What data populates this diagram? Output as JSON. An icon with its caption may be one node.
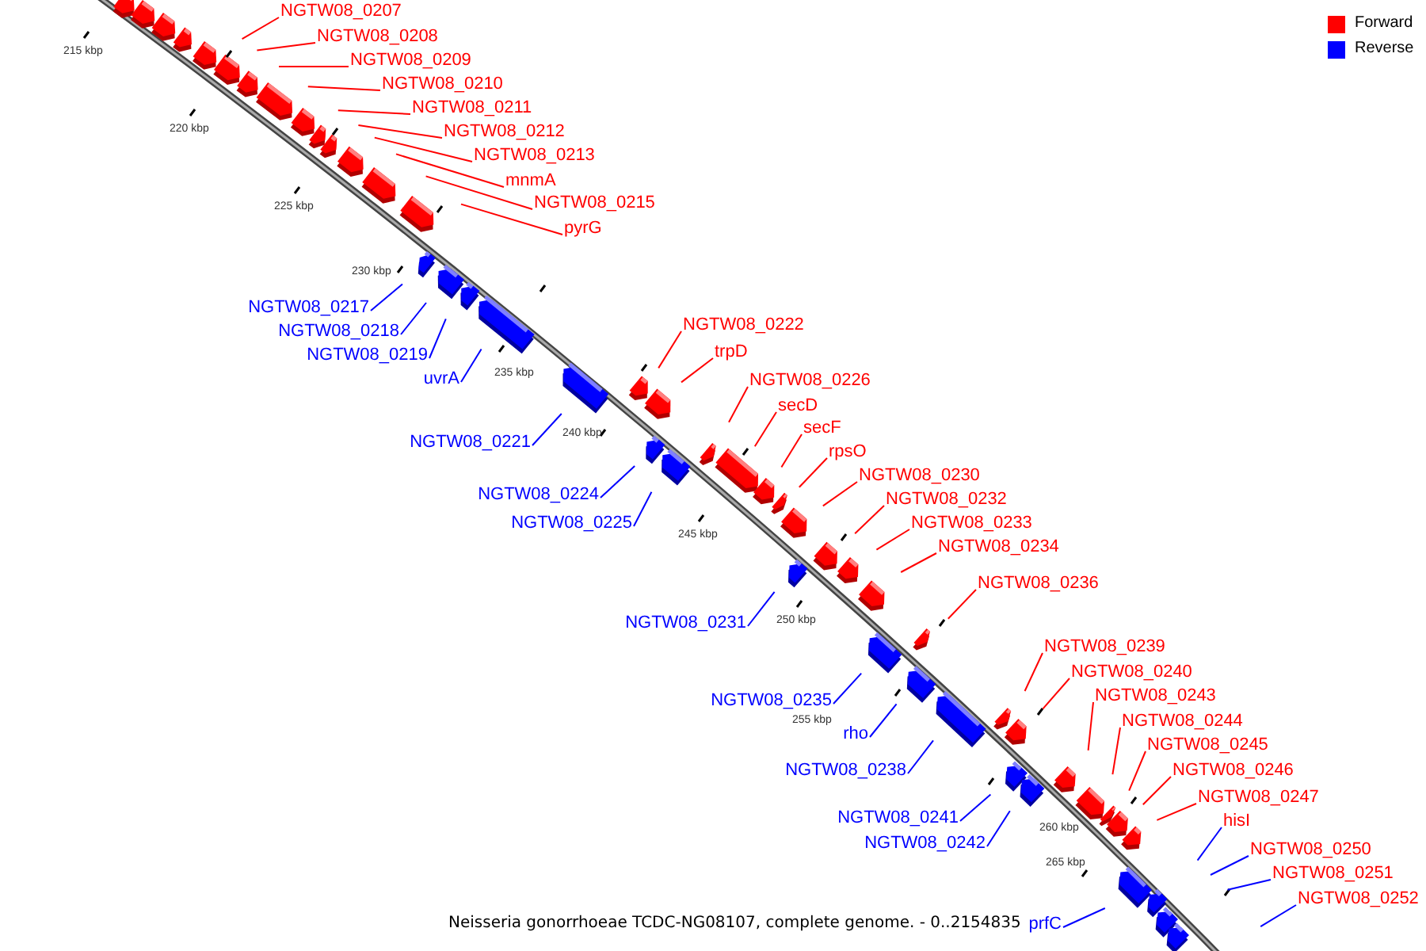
{
  "diagram": {
    "caption": "Neisseria gonorrhoeae TCDC-NG08107, complete genome. - 0..2154835",
    "nodes": [
      {
        "text": [
          "NGTW08_0207"
        ]
      },
      {
        "text": [
          "NGTW08_0208"
        ]
      },
      {
        "text": [
          "NGTW08_0209"
        ]
      },
      {
        "text": [
          "NGTW08_0210"
        ]
      },
      {
        "text": [
          "NGTW08_0211"
        ]
      },
      {
        "text": [
          "NGTW08_0212"
        ]
      },
      {
        "text": [
          "NGTW08_0213"
        ]
      },
      {
        "text": [
          "mnmA"
        ]
      },
      {
        "text": [
          "NGTW08_0215"
        ]
      },
      {
        "text": [
          "pyrG"
        ]
      },
      {
        "text": [
          "NGTW08_0217"
        ]
      },
      {
        "text": [
          "NGTW08_0218"
        ]
      },
      {
        "text": [
          "NGTW08_0219"
        ]
      },
      {
        "text": [
          "uvrA"
        ]
      },
      {
        "text": [
          "NGTW08_0222"
        ]
      },
      {
        "text": [
          "trpD"
        ]
      },
      {
        "text": [
          "NGTW08_0226"
        ]
      },
      {
        "text": [
          "secD"
        ]
      },
      {
        "text": [
          "secF"
        ]
      },
      {
        "text": [
          "rpsO"
        ]
      },
      {
        "text": [
          "NGTW08_0230"
        ]
      },
      {
        "text": [
          "NGTW08_0232"
        ]
      },
      {
        "text": [
          "NGTW08_0233"
        ]
      },
      {
        "text": [
          "NGTW08_0234"
        ]
      },
      {
        "text": [
          "NGTW08_0236"
        ]
      },
      {
        "text": [
          "NGTW08_0239"
        ]
      },
      {
        "text": [
          "NGTW08_0240"
        ]
      },
      {
        "text": [
          "NGTW08_0243"
        ]
      },
      {
        "text": [
          "NGTW08_0244"
        ]
      },
      {
        "text": [
          "NGTW08_0245"
        ]
      },
      {
        "text": [
          "NGTW08_0246"
        ]
      },
      {
        "text": [
          "NGTW08_0247"
        ]
      },
      {
        "text": [
          "hisI"
        ]
      },
      {
        "text": [
          "NGTW08_0250"
        ]
      },
      {
        "text": [
          "NGTW08_0251"
        ]
      },
      {
        "text": [
          "NGTW08_0252"
        ]
      },
      {
        "text": [
          "NGTW08_0221"
        ]
      },
      {
        "text": [
          "NGTW08_0224"
        ]
      },
      {
        "text": [
          "NGTW08_0225"
        ]
      },
      {
        "text": [
          "NGTW08_0231"
        ]
      },
      {
        "text": [
          "NGTW08_0235"
        ]
      },
      {
        "text": [
          "rho"
        ]
      },
      {
        "text": [
          "NGTW08_0238"
        ]
      },
      {
        "text": [
          "NGTW08_0241"
        ]
      },
      {
        "text": [
          "NGTW08_0242"
        ]
      },
      {
        "text": [
          "prfC"
        ]
      }
    ],
    "edges": [
      {
        "from": 0,
        "to": null,
        "arrow": "none"
      },
      {
        "from": 1,
        "to": null,
        "arrow": "none"
      },
      {
        "from": 2,
        "to": null,
        "arrow": "none"
      },
      {
        "from": 3,
        "to": null,
        "arrow": "none"
      },
      {
        "from": 4,
        "to": null,
        "arrow": "none"
      },
      {
        "from": 5,
        "to": null,
        "arrow": "none"
      },
      {
        "from": 6,
        "to": null,
        "arrow": "none"
      },
      {
        "from": 7,
        "to": null,
        "arrow": "none"
      },
      {
        "from": 8,
        "to": null,
        "arrow": "none"
      },
      {
        "from": 9,
        "to": null,
        "arrow": "none"
      },
      {
        "from": 10,
        "to": null,
        "arrow": "none",
        "color": "#0000ff"
      },
      {
        "from": 11,
        "to": null,
        "arrow": "none",
        "color": "#0000ff"
      },
      {
        "from": 12,
        "to": null,
        "arrow": "none",
        "color": "#0000ff"
      },
      {
        "from": 13,
        "to": null,
        "arrow": "none",
        "color": "#0000ff"
      },
      {
        "from": 14,
        "to": null,
        "arrow": "none"
      },
      {
        "from": 15,
        "to": null,
        "arrow": "none"
      },
      {
        "from": 16,
        "to": null,
        "arrow": "none"
      },
      {
        "from": 17,
        "to": null,
        "arrow": "none"
      },
      {
        "from": 18,
        "to": null,
        "arrow": "none"
      },
      {
        "from": 19,
        "to": null,
        "arrow": "none"
      },
      {
        "from": 20,
        "to": null,
        "arrow": "none"
      },
      {
        "from": 21,
        "to": null,
        "arrow": "none"
      },
      {
        "from": 22,
        "to": null,
        "arrow": "none"
      },
      {
        "from": 23,
        "to": null,
        "arrow": "none"
      },
      {
        "from": 24,
        "to": null,
        "arrow": "none"
      },
      {
        "from": 25,
        "to": null,
        "arrow": "none"
      },
      {
        "from": 26,
        "to": null,
        "arrow": "none"
      },
      {
        "from": 27,
        "to": null,
        "arrow": "none"
      },
      {
        "from": 28,
        "to": null,
        "arrow": "none"
      },
      {
        "from": 29,
        "to": null,
        "arrow": "none"
      },
      {
        "from": 30,
        "to": null,
        "arrow": "none"
      },
      {
        "from": 31,
        "to": null,
        "arrow": "none"
      },
      {
        "from": 32,
        "to": null,
        "arrow": "none",
        "color": "#0000ff"
      },
      {
        "from": 33,
        "to": null,
        "arrow": "none",
        "color": "#0000ff"
      },
      {
        "from": 34,
        "to": null,
        "arrow": "none",
        "color": "#0000ff"
      },
      {
        "from": 35,
        "to": null,
        "arrow": "none",
        "color": "#0000ff"
      },
      {
        "from": 36,
        "to": null,
        "arrow": "none",
        "color": "#0000ff"
      },
      {
        "from": 37,
        "to": null,
        "arrow": "none",
        "color": "#0000ff"
      },
      {
        "from": 38,
        "to": null,
        "arrow": "none",
        "color": "#0000ff"
      },
      {
        "from": 39,
        "to": null,
        "arrow": "none",
        "color": "#0000ff"
      },
      {
        "from": 40,
        "to": null,
        "arrow": "none",
        "color": "#0000ff"
      },
      {
        "from": 41,
        "to": null,
        "arrow": "none",
        "color": "#0000ff"
      },
      {
        "from": 42,
        "to": null,
        "arrow": "none",
        "color": "#0000ff"
      },
      {
        "from": 43,
        "to": null,
        "arrow": "none",
        "color": "#0000ff"
      },
      {
        "from": 44,
        "to": null,
        "arrow": "none",
        "color": "#0000ff"
      },
      {
        "from": 45,
        "to": null,
        "arrow": "none",
        "color": "#0000ff"
      }
    ],
    "labels": [
      "215 kbp",
      "220 kbp",
      "225 kbp",
      "230 kbp",
      "235 kbp",
      "240 kbp",
      "245 kbp",
      "250 kbp",
      "255 kbp",
      "260 kbp",
      "265 kbp"
    ],
    "legend": [
      {
        "text": "Forward",
        "color": "#ff0000"
      },
      {
        "text": "Reverse",
        "color": "#0000ff"
      }
    ]
  }
}
